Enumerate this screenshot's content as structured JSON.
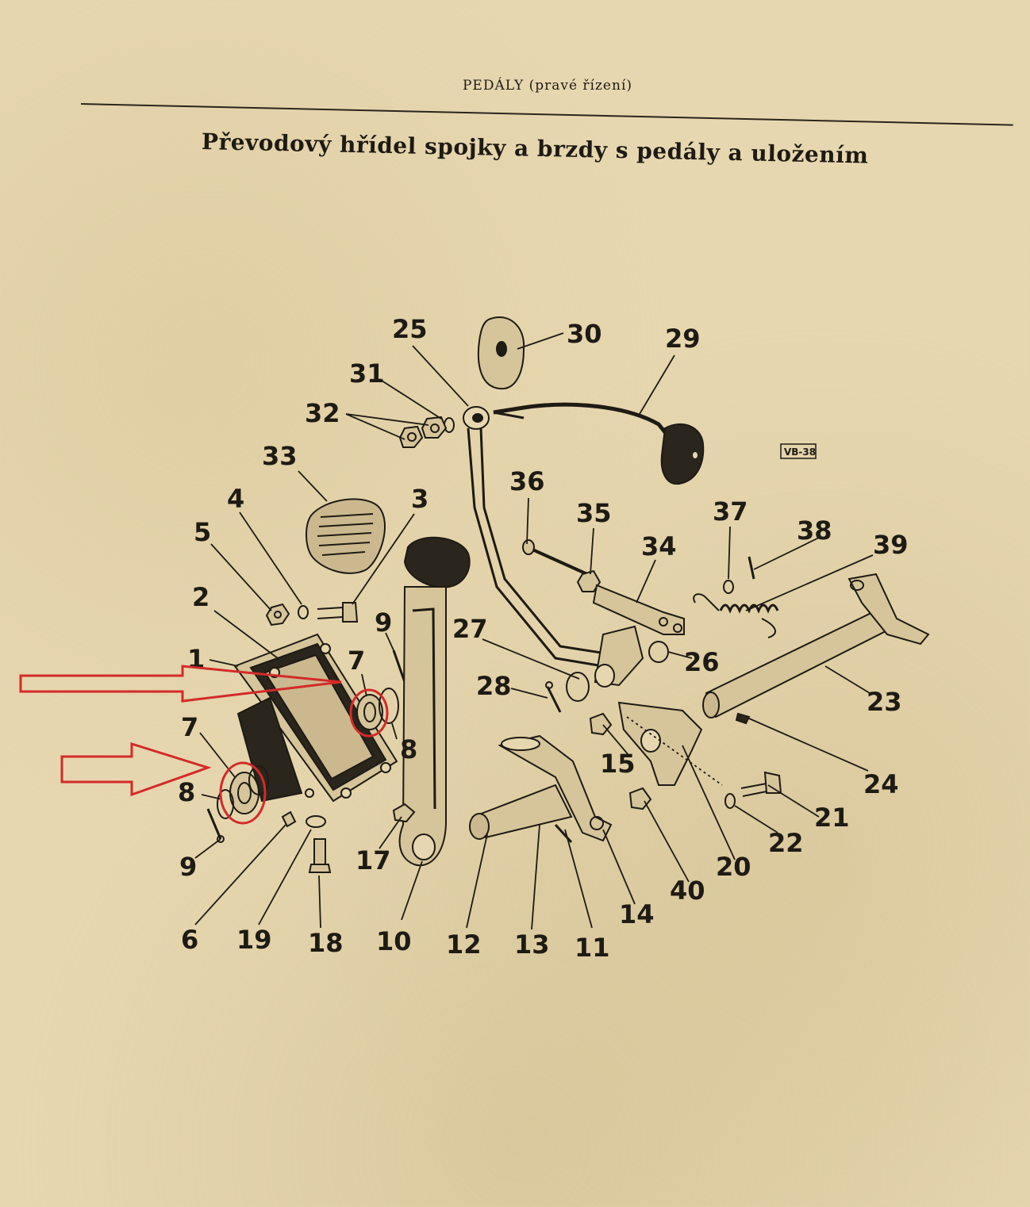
{
  "header": {
    "section": "PEDÁLY (pravé řízení)",
    "title": "Převodový hřídel spojky a brzdy s pedály a uložením"
  },
  "diagram": {
    "ref_code": "VB-38",
    "part_labels": [
      "1",
      "2",
      "3",
      "4",
      "5",
      "6",
      "7",
      "7",
      "8",
      "8",
      "9",
      "9",
      "10",
      "11",
      "12",
      "13",
      "14",
      "15",
      "17",
      "18",
      "19",
      "20",
      "21",
      "22",
      "23",
      "24",
      "25",
      "26",
      "27",
      "28",
      "29",
      "30",
      "31",
      "32",
      "33",
      "34",
      "35",
      "36",
      "37",
      "38",
      "39",
      "40"
    ],
    "annotation_color": "#d42a2a"
  }
}
